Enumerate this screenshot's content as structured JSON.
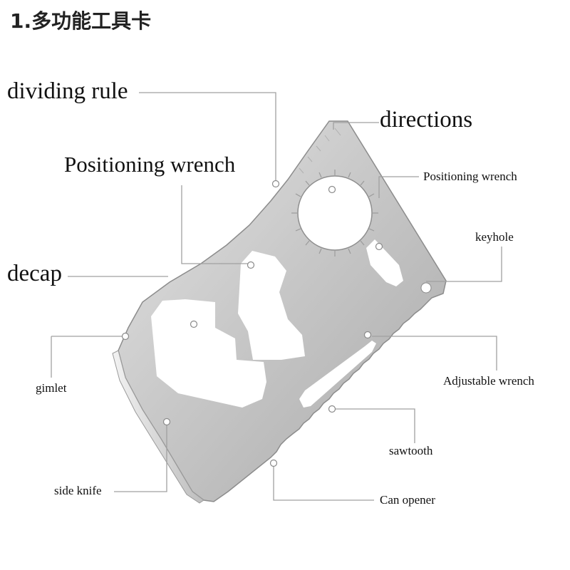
{
  "title": "1.多功能工具卡",
  "labels": {
    "dividing_rule": "dividing rule",
    "directions": "directions",
    "positioning_wrench_large": "Positioning wrench",
    "positioning_wrench_small": "Positioning wrench",
    "keyhole": "keyhole",
    "decap": "decap",
    "gimlet": "gimlet",
    "adjustable_wrench": "Adjustable wrench",
    "sawtooth": "sawtooth",
    "side_knife": "side knife",
    "can_opener": "Can opener"
  },
  "colors": {
    "card_light": "#d9d9d9",
    "card_dark": "#a3a3a3",
    "leader_line": "#9a9a9a",
    "text": "#111111"
  }
}
